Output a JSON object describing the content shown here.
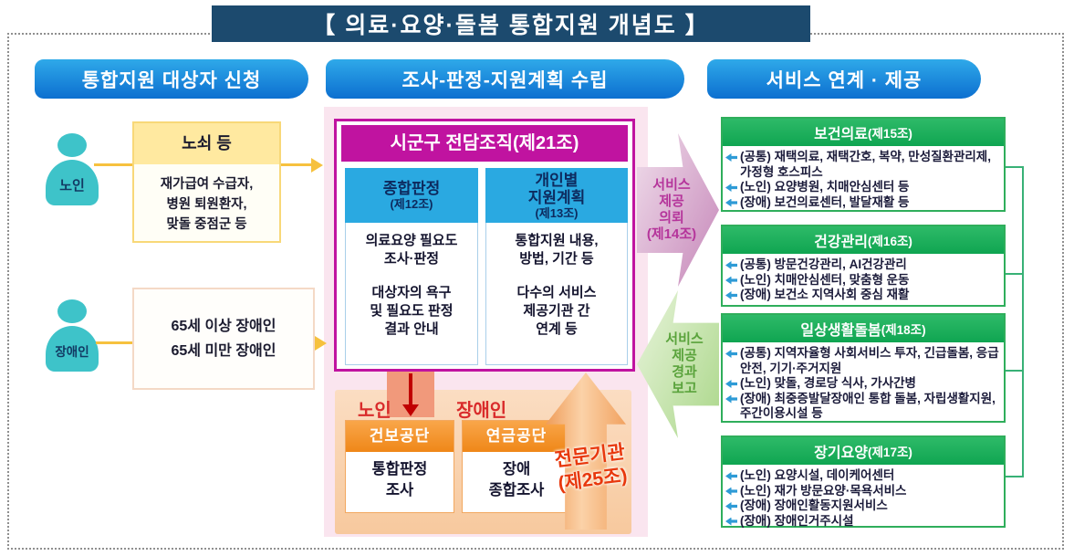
{
  "title": "【 의료·요양·돌봄 통합지원 개념도 】",
  "headers": {
    "left": "통합지원 대상자 신청",
    "middle": "조사-판정-지원계획 수립",
    "right": "서비스 연계 · 제공"
  },
  "left_column": {
    "elder_label": "노인",
    "elder_box_title": "노쇠 등",
    "elder_box_body": "재가급여 수급자,\n병원 퇴원환자,\n맞돌 중점군 등",
    "disabled_label": "장애인",
    "disabled_box_body": "65세 이상 장애인\n65세 미만 장애인"
  },
  "middle_column": {
    "org_header": "시군구 전담조직(제21조)",
    "judgement": {
      "title": "종합판정",
      "law": "(제12조)",
      "p1": "의료요양 필요도\n조사·판정",
      "p2": "대상자의 욕구\n및 필요도 판정\n결과 안내"
    },
    "plan": {
      "title": "개인별\n지원계획",
      "law": "(제13조)",
      "p1": "통합지원 내용,\n방법, 기간 등",
      "p2": "다수의 서비스\n제공기관 간\n연계 등"
    },
    "elder_label": "노인",
    "disabled_label": "장애인",
    "nhis_box": {
      "title": "건보공단",
      "body": "통합판정\n조사"
    },
    "nps_box": {
      "title": "연금공단",
      "body": "장애\n종합조사"
    },
    "expert_note": "전문기관\n(제25조)"
  },
  "flow_arrows": {
    "request": "서비스\n제공\n의뢰\n(제14조)",
    "report": "서비스\n제공\n경과\n보고"
  },
  "right_column": {
    "boxes": [
      {
        "title": "보건의료",
        "law": "(제15조)",
        "bullets": [
          "(공통) 재택의료, 재택간호, 복약, 만성질환관리제, 가정형 호스피스",
          "(노인) 요양병원, 치매안심센터 등",
          "(장애) 보건의료센터, 발달재활 등"
        ]
      },
      {
        "title": "건강관리",
        "law": "(제16조)",
        "bullets": [
          "(공통) 방문건강관리, AI건강관리",
          "(노인) 치매안심센터, 맞춤형 운동",
          "(장애) 보건소 지역사회 중심 재활"
        ]
      },
      {
        "title": "일상생활돌봄",
        "law": "(제18조)",
        "bullets": [
          "(공통) 지역자율형 사회서비스 투자, 긴급돌봄, 응급안전, 기기·주거지원",
          "(노인) 맞돌, 경로당 식사, 가사간병",
          "(장애) 최중증발달장애인 통합 돌봄, 자립생활지원, 주간이용시설 등"
        ]
      },
      {
        "title": "장기요양",
        "law": "(제17조)",
        "bullets": [
          "(노인) 요양시설, 데이케어센터",
          "(노인) 재가 방문요양·목욕서비스",
          "(장애) 장애인활동지원서비스",
          "(장애) 장애인거주시설"
        ]
      }
    ]
  },
  "colors": {
    "title_band": "#1c4a6e",
    "header_pill_blue": "#0c6fd0",
    "person_teal": "#3ec3c9",
    "yellow_accent": "#f6c13e",
    "magenta": "#c013a0",
    "pink_panel": "#fae5ef",
    "sub_header_blue": "#2aa9e1",
    "orange_header": "#ef8718",
    "red_accent": "#c00000",
    "green_header": "#0fa551",
    "flow_request_purple": "#b5359b",
    "flow_report_green": "#5aa33c"
  }
}
